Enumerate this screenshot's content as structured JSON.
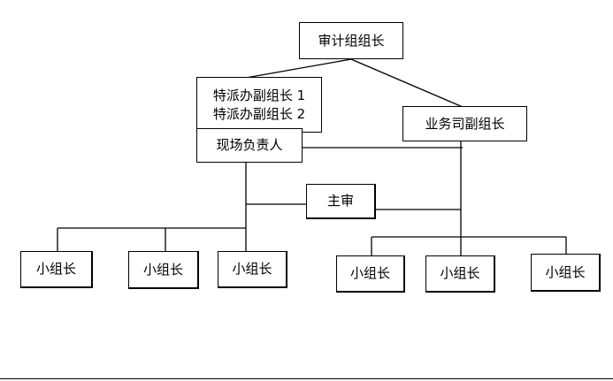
{
  "org_chart": {
    "head": "审计组组长",
    "deputy_lines": [
      "特派办副组长 1",
      "特派办副组长 2"
    ],
    "business_deputy": "业务司副组长",
    "site_lead": "现场负责人",
    "chief_auditor": "主审",
    "team_leads": [
      "小组长",
      "小组长",
      "小组长",
      "小组长",
      "小组长",
      "小组长"
    ]
  },
  "colors": {
    "line": "#000000",
    "box_border": "#000000",
    "background": "#ffffff"
  }
}
